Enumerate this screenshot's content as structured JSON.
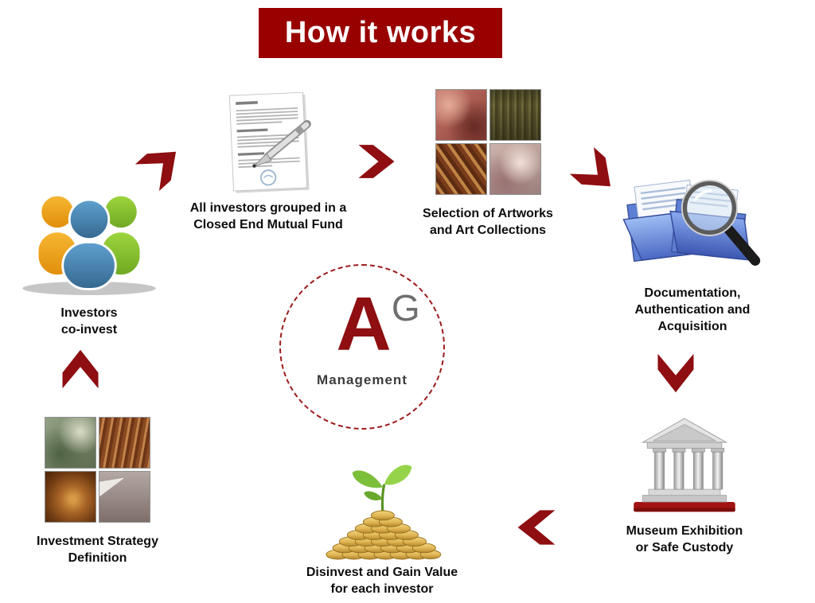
{
  "title": "How it works",
  "colors": {
    "accent_red": "#8e0e12",
    "banner_bg": "#990000",
    "banner_text": "#ffffff",
    "label_text": "#0d0d0d"
  },
  "center": {
    "logo_primary": "A",
    "logo_secondary": "G",
    "label": "Management"
  },
  "steps": [
    {
      "id": "investors",
      "icon": "people-group-icon",
      "lines": [
        "Investors",
        "co-invest"
      ]
    },
    {
      "id": "mutual-fund",
      "icon": "contract-document-icon",
      "lines": [
        "All investors grouped in a",
        "Closed End  Mutual Fund"
      ]
    },
    {
      "id": "artwork-selection",
      "icon": "artworks-grid-icon",
      "lines": [
        "Selection of Artworks",
        "and Art Collections"
      ]
    },
    {
      "id": "documentation",
      "icon": "folders-magnifier-icon",
      "lines": [
        "Documentation,",
        "Authentication and",
        "Acquisition"
      ]
    },
    {
      "id": "museum",
      "icon": "museum-building-icon",
      "lines": [
        "Museum Exhibition",
        "or Safe Custody"
      ]
    },
    {
      "id": "disinvest",
      "icon": "coins-sprout-icon",
      "lines": [
        "Disinvest and Gain Value",
        "for each investor"
      ]
    },
    {
      "id": "strategy",
      "icon": "artworks-grid-icon",
      "lines": [
        "Investment Strategy",
        "Definition"
      ]
    }
  ],
  "arrows": [
    {
      "direction": "up-right",
      "from": "investors",
      "to": "mutual-fund"
    },
    {
      "direction": "right",
      "from": "mutual-fund",
      "to": "artwork-selection"
    },
    {
      "direction": "down-right",
      "from": "artwork-selection",
      "to": "documentation"
    },
    {
      "direction": "down",
      "from": "documentation",
      "to": "museum"
    },
    {
      "direction": "left",
      "from": "museum",
      "to": "disinvest"
    },
    {
      "direction": "up",
      "from": "strategy",
      "to": "investors"
    }
  ]
}
